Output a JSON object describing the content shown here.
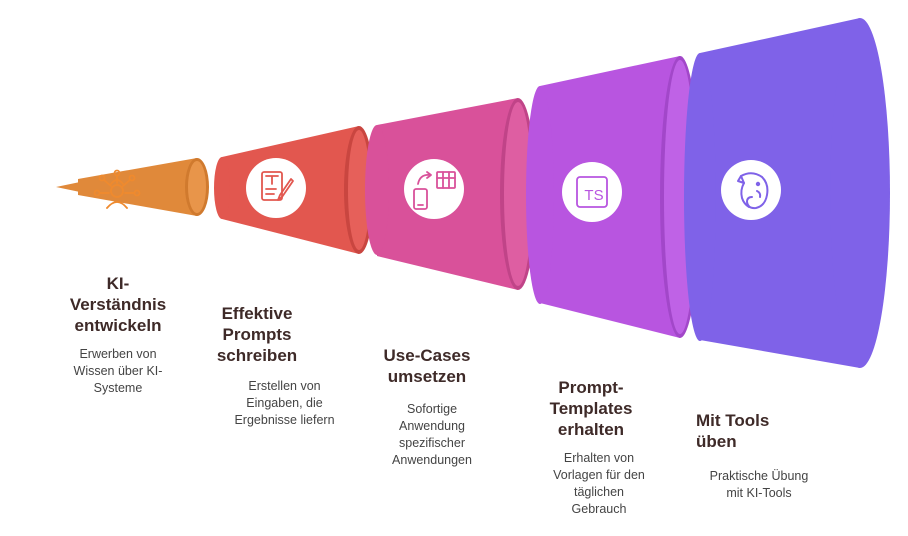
{
  "steps": [
    {
      "title": "KI-\nVerständnis\nentwickeln",
      "description": "Erwerben von\nWissen über KI-\nSysteme",
      "icon": "ai-brain-network-icon",
      "color": "#e0893a"
    },
    {
      "title": "Effektive\nPrompts\nschreiben",
      "description": "Erstellen von\nEingaben, die\nErgebnisse liefern",
      "icon": "document-edit-icon",
      "color": "#e2574f"
    },
    {
      "title": "Use-Cases\numsetzen",
      "description": "Sofortige\nAnwendung\nspezifischer\nAnwendungen",
      "icon": "mobile-table-sync-icon",
      "color": "#d9519a"
    },
    {
      "title": "Prompt-\nTemplates\nerhalten",
      "description": "Erhalten von\nVorlagen für den\ntäglichen\nGebrauch",
      "icon": "typescript-file-icon",
      "icon_text": "TS",
      "color": "#b855e0"
    },
    {
      "title": "Mit Tools\nüben",
      "description": "Praktische Übung\nmit KI-Tools",
      "icon": "evernote-elephant-icon",
      "color": "#7f62e8"
    }
  ]
}
